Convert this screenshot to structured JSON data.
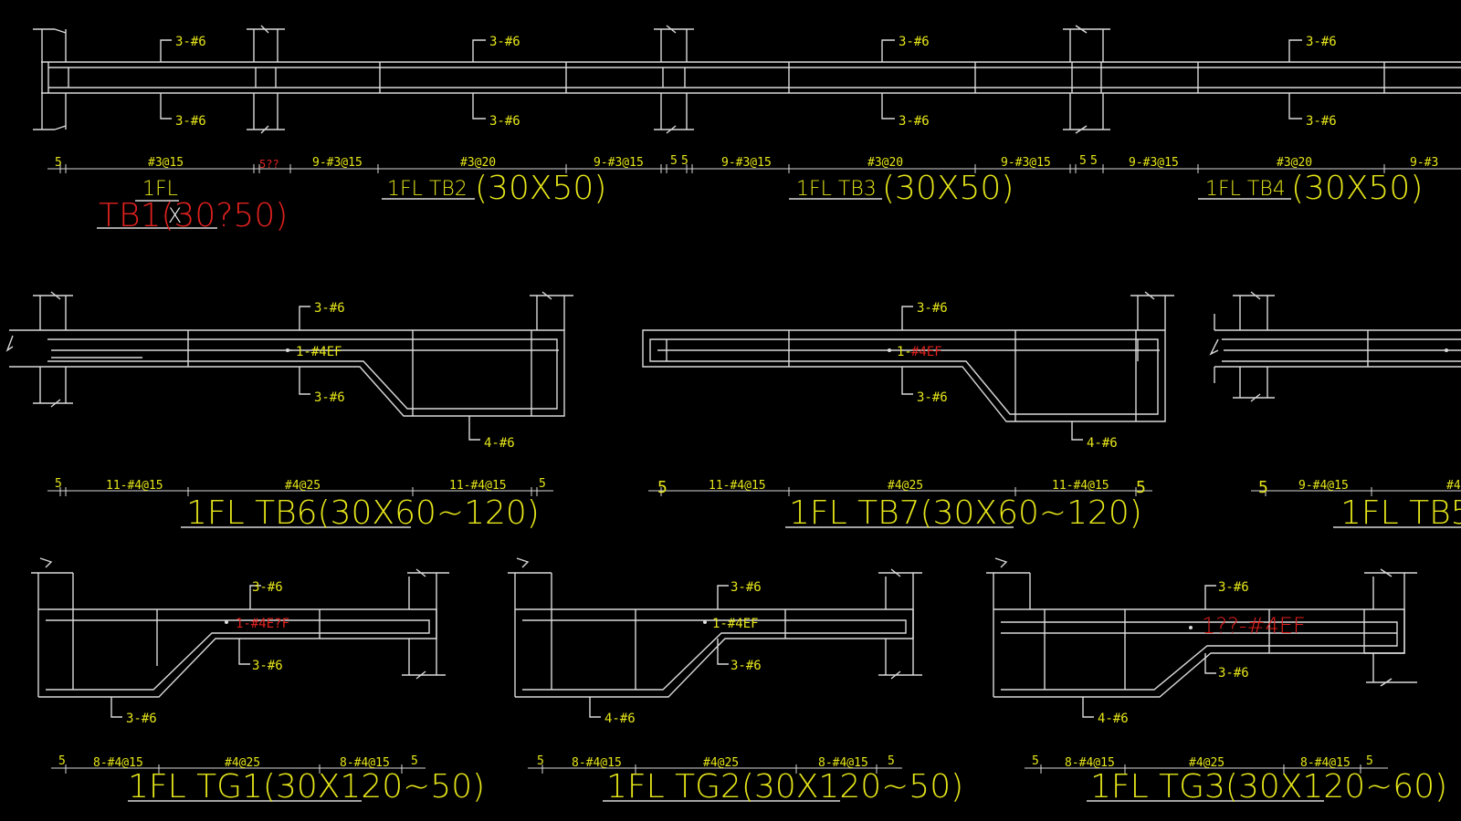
{
  "colors": {
    "background": "#000000",
    "lines": "#d9d9d9",
    "text_yellow": "#e5e51a",
    "text_red": "#e0211e"
  },
  "row1": {
    "tb1": {
      "top": "3-#6",
      "bot": "3-#6",
      "fl": "1FL",
      "name": "TB1(30?50)",
      "x_mark": "X",
      "dims": [
        "5",
        "#3@15",
        "5??"
      ]
    },
    "tb2": {
      "top": "3-#6",
      "bot": "3-#6",
      "fl": "1FL TB2",
      "size": "(30X50)",
      "dims": [
        "9-#3@15",
        "#3@20",
        "9-#3@15",
        "5"
      ]
    },
    "tb3": {
      "top": "3-#6",
      "bot": "3-#6",
      "fl": "1FL TB3",
      "size": "(30X50)",
      "dims": [
        "5",
        "9-#3@15",
        "#3@20",
        "9-#3@15",
        "5"
      ]
    },
    "tb4": {
      "top": "3-#6",
      "bot": "3-#6",
      "fl": "1FL TB4",
      "size": "(30X50)",
      "dims": [
        "5",
        "9-#3@15",
        "#3@20",
        "9-#3"
      ]
    }
  },
  "row2": {
    "tb6": {
      "top": "3-#6",
      "mid": "1-#4EF",
      "bot": "3-#6",
      "haunch": "4-#6",
      "title": "1FL TB6(30X60~120)",
      "dims": [
        "5",
        "11-#4@15",
        "#4@25",
        "11-#4@15",
        "5"
      ]
    },
    "tb7": {
      "top": "3-#6",
      "mid_a": "1-",
      "mid_b": "#4EF",
      "bot": "3-#6",
      "haunch": "4-#6",
      "title": "1FL TB7(30X60~120)",
      "dims": [
        "5",
        "11-#4@15",
        "#4@25",
        "11-#4@15",
        "5"
      ]
    },
    "tb5": {
      "title": "1FL TB5",
      "dims": [
        "5",
        "9-#4@15",
        "#4"
      ]
    }
  },
  "row3": {
    "tg1": {
      "top": "3-#6",
      "mid": "1-#4E?F",
      "bot": "3-#6",
      "bottom": "3-#6",
      "title": "1FL TG1(30X120~50)",
      "dims": [
        "5",
        "8-#4@15",
        "#4@25",
        "8-#4@15",
        "5"
      ]
    },
    "tg2": {
      "top": "3-#6",
      "mid": "1-#4EF",
      "bot": "3-#6",
      "bottom": "4-#6",
      "title": "1FL TG2(30X120~50)",
      "dims": [
        "5",
        "8-#4@15",
        "#4@25",
        "8-#4@15",
        "5"
      ]
    },
    "tg3": {
      "top": "3-#6",
      "mid": "1??-#4EF",
      "bot": "3-#6",
      "bottom": "4-#6",
      "title": "1FL TG3(30X120~60)",
      "dims": [
        "5",
        "8-#4@15",
        "#4@25",
        "8-#4@15",
        "5"
      ]
    }
  }
}
